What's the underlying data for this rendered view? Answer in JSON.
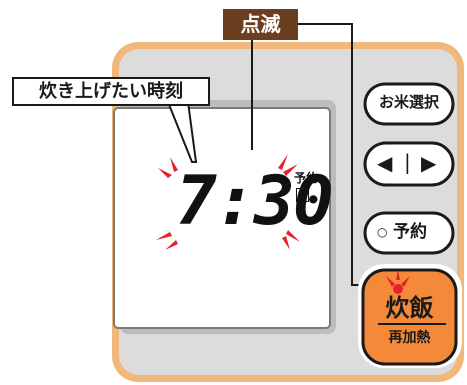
{
  "callouts": {
    "blink_label": "点滅",
    "time_label": "炊き上げたい時刻"
  },
  "display": {
    "time": "7:30",
    "reserve_label": "予約",
    "reserve_number": "1"
  },
  "buttons": {
    "rice_select": "お米選択",
    "left_glyph": "◀",
    "separator": "|",
    "right_glyph": "▶",
    "reserve": "予約",
    "reserve_dot": "○",
    "cook_top": "炊飯",
    "cook_bottom": "再加熱"
  },
  "colors": {
    "panel_border": "#f0b87a",
    "panel_fill": "#dcdcdc",
    "callout_bg": "#6b3e1f",
    "cook_button": "#f4893a",
    "indicator_red": "#e8202a"
  }
}
